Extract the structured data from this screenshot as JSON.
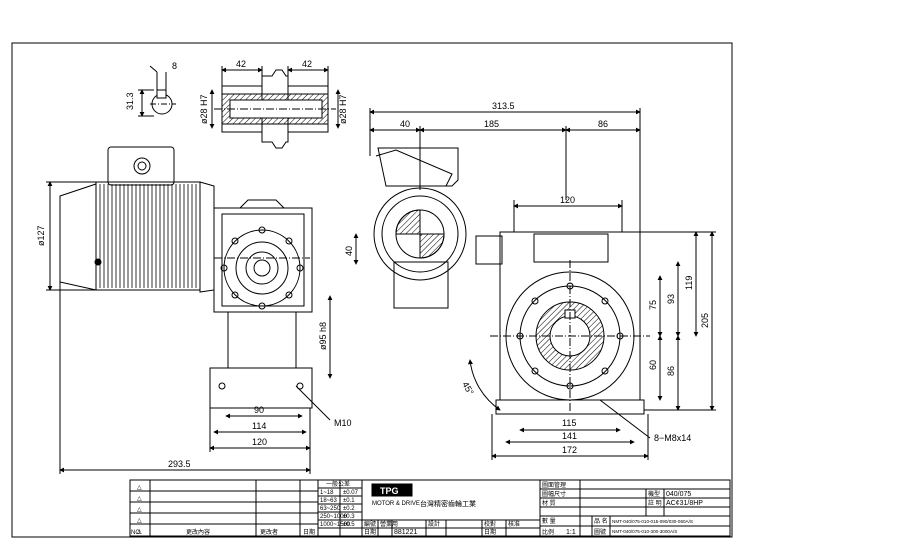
{
  "dimensions": {
    "key_width": "8",
    "key_height": "31.3",
    "shaft_len_left": "42",
    "shaft_len_right": "42",
    "bore_left": "ø28 H7",
    "bore_right": "ø28 H7",
    "motor_dia": "ø127",
    "flange_dia": "ø95 h8",
    "base_90": "90",
    "base_114": "114",
    "base_120": "120",
    "overall_length": "293.5",
    "m10": "M10",
    "overall_width": "313.5",
    "seg_40": "40",
    "seg_185": "185",
    "seg_86": "86",
    "top_120": "120",
    "offset_40": "40",
    "h_75": "75",
    "h_93": "93",
    "h_119": "119",
    "h_205": "205",
    "h_60": "60",
    "h_86": "86",
    "angle": "45°",
    "bot_115": "115",
    "bot_141": "141",
    "bot_172": "172",
    "bolts": "8−M8x14"
  },
  "title_block": {
    "rev_marks": [
      "△",
      "△",
      "△",
      "△",
      "△"
    ],
    "rev_col_no": "NO.",
    "rev_col_content": "更改內容",
    "rev_col_person": "更改者",
    "rev_col_date": "日期",
    "tol_header": "一般公差",
    "tol_rows": [
      {
        "range": "1~18",
        "tol": "±0.07"
      },
      {
        "range": "18~63",
        "tol": "±0.1"
      },
      {
        "range": "63~250",
        "tol": "±0.2"
      },
      {
        "range": "250~1000",
        "tol": "±0.3"
      },
      {
        "range": "1000~1500",
        "tol": "±0.5"
      }
    ],
    "logo_text": "TPG",
    "logo_sub": "MOTOR & DRIVE",
    "company": "台灣精密齒輪工業",
    "code_label": "編號",
    "code_value": "營業用",
    "date_label": "日期",
    "date_value": "881221",
    "design_label": "設計",
    "check_label": "校對",
    "approve_label": "核准",
    "date2_label": "日期",
    "drawing_mgmt": "圖面管理",
    "drawing_size": "圖幅尺寸",
    "material_label": "材 質",
    "quantity_label": "數 量",
    "scale_label": "比例",
    "scale_value": "1:1",
    "drawing_no_label": "圖號",
    "type_label": "機型",
    "type_value": "040/075",
    "note_label": "註 明",
    "note_value": "AC¢31/8HP",
    "part_no_label": "品 名",
    "part_no_value": "NMT-040/075-010-015-090/030-060A/S",
    "drawing_no_value": "NMT-040/075-010-300-3000A/S"
  }
}
